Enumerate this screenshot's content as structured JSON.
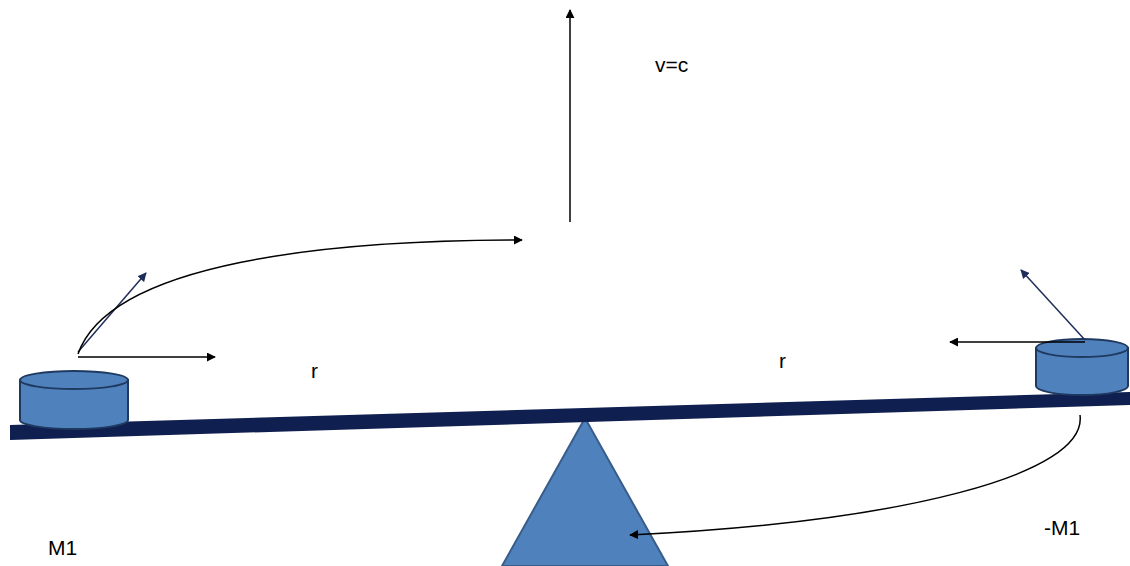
{
  "diagram": {
    "labels": [
      "v=c",
      "r",
      "r",
      "M1",
      "-M1"
    ]
  }
}
